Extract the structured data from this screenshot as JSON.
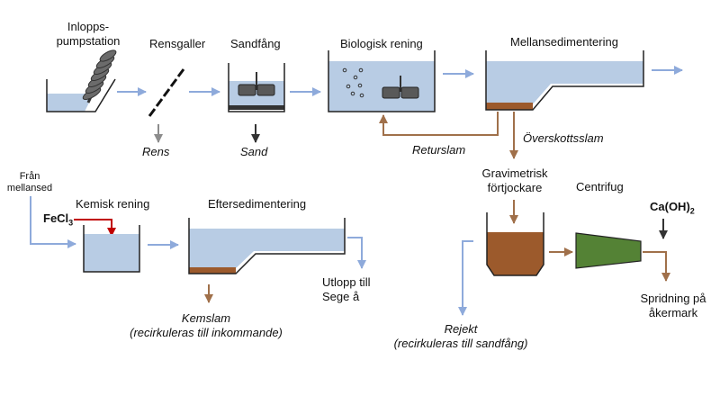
{
  "labels": {
    "inlopp_line1": "Inlopps-",
    "inlopp_line2": "pumpstation",
    "rensgaller": "Rensgaller",
    "sandfang": "Sandfång",
    "biologisk": "Biologisk rening",
    "mellansed": "Mellansedimentering",
    "rens": "Rens",
    "sand": "Sand",
    "returslam": "Returslam",
    "overskottsslam": "Överskottsslam",
    "fran_line1": "Från",
    "fran_line2": "mellansed",
    "kemisk": "Kemisk rening",
    "fecl3": "FeCl",
    "fecl3_sub": "3",
    "eftersed": "Eftersedimentering",
    "utlopp_line1": "Utlopp till",
    "utlopp_line2": "Sege å",
    "kemslam_line1": "Kemslam",
    "kemslam_line2": "(recirkuleras till inkommande)",
    "grav_line1": "Gravimetrisk",
    "grav_line2": "förtjockare",
    "centrifug": "Centrifug",
    "caoh_a": "Ca(OH)",
    "caoh_sub": "2",
    "spridning_line1": "Spridning på",
    "spridning_line2": "åkermark",
    "rejekt_line1": "Rejekt",
    "rejekt_line2": "(recirkuleras till sandfång)"
  },
  "colors": {
    "water": "#b8cce4",
    "flow_blue": "#8eaadb",
    "sludge": "#9c5a2c",
    "sludge_line": "#a0704a",
    "outline": "#222222",
    "gray_arrow": "#8c8c8c",
    "dark_arrow": "#333333",
    "red_arrow": "#c00000",
    "centrifuge": "#548235",
    "screw": "#5a5a5a"
  }
}
